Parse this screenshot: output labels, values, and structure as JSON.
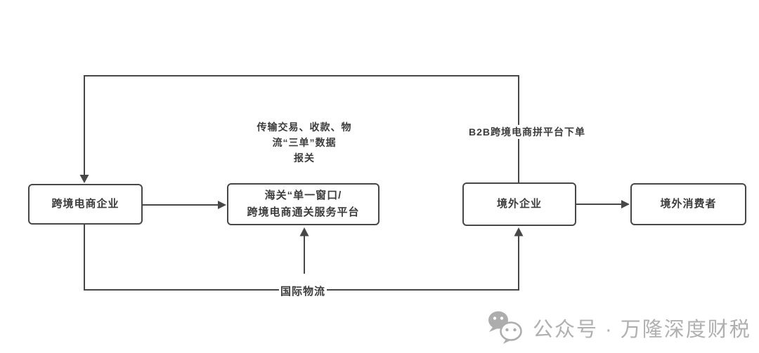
{
  "diagram": {
    "nodes": {
      "ecommerce": {
        "label": "跨境电商企业"
      },
      "customs": {
        "line1": "海关“单一窗口/",
        "line2": "跨境电商通关服务平台"
      },
      "overseas": {
        "label": "境外企业"
      },
      "consumer": {
        "label": "境外消费者"
      }
    },
    "edge_labels": {
      "declare_line1": "传输交易、收款、物",
      "declare_line2": "流“三单”数据",
      "declare_line3": "报关",
      "b2b_order": "B2B跨境电商拼平台下单",
      "intl_logistics": "国际物流"
    },
    "edges": [
      {
        "from": "境外企业",
        "to": "跨境电商企业",
        "label": "B2B跨境电商拼平台下单"
      },
      {
        "from": "跨境电商企业",
        "to": "海关“单一窗口/跨境电商通关服务平台",
        "label": "传输交易、收款、物流“三单”数据报关"
      },
      {
        "from": "跨境电商企业",
        "to": "境外企业",
        "label": "国际物流"
      },
      {
        "from": "国际物流",
        "to": "海关“单一窗口/跨境电商通关服务平台",
        "label": ""
      },
      {
        "from": "境外企业",
        "to": "境外消费者",
        "label": ""
      }
    ],
    "colors": {
      "line": "#474747",
      "box_border": "#474747",
      "text": "#3c3c3c",
      "watermark": "#b0b0b0"
    }
  },
  "watermark": {
    "icon": "wechat-icon",
    "text": "公众号 · 万隆深度财税"
  }
}
